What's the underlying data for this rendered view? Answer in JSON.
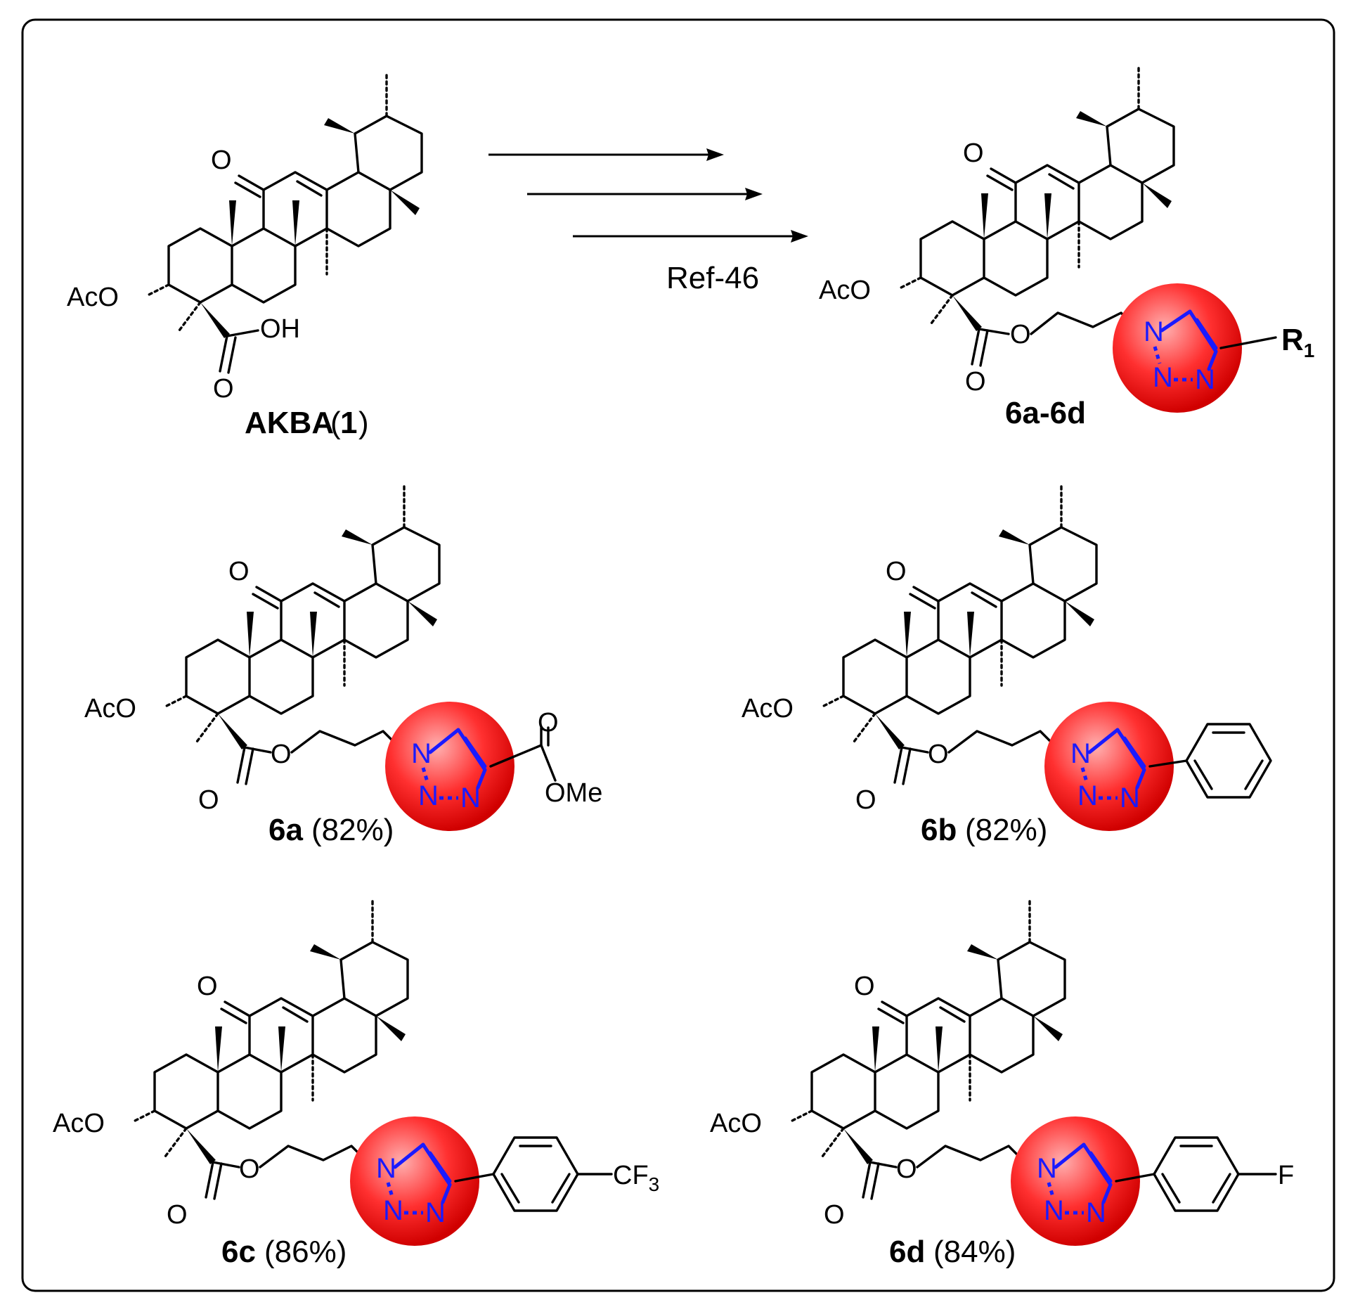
{
  "reaction": {
    "condition_label": "Ref-46",
    "arrows": 3
  },
  "atoms": {
    "oxo": "O",
    "acetoxy": "AcO",
    "acid_oh": "OH",
    "carbonyl_o": "O",
    "ester_o": "O",
    "n": "N"
  },
  "compounds": {
    "start": {
      "name": "AKBA",
      "number": "1"
    },
    "general": {
      "label": "6a-6d",
      "substituent": "R",
      "substituent_sub": "1"
    },
    "c6a": {
      "label": "6a",
      "yield": "(82%)",
      "substituent": "OMe",
      "carbonyl": "O"
    },
    "c6b": {
      "label": "6b",
      "yield": "(82%)"
    },
    "c6c": {
      "label": "6c",
      "yield": "(86%)",
      "substituent": "CF",
      "substituent_sub": "3"
    },
    "c6d": {
      "label": "6d",
      "yield": "(84%)",
      "substituent": "F"
    }
  },
  "colors": {
    "frame": "#000000",
    "triazole_bonds": "#1a1aff",
    "highlight_center": "#ff9a9a",
    "highlight_edge": "#e00000"
  }
}
